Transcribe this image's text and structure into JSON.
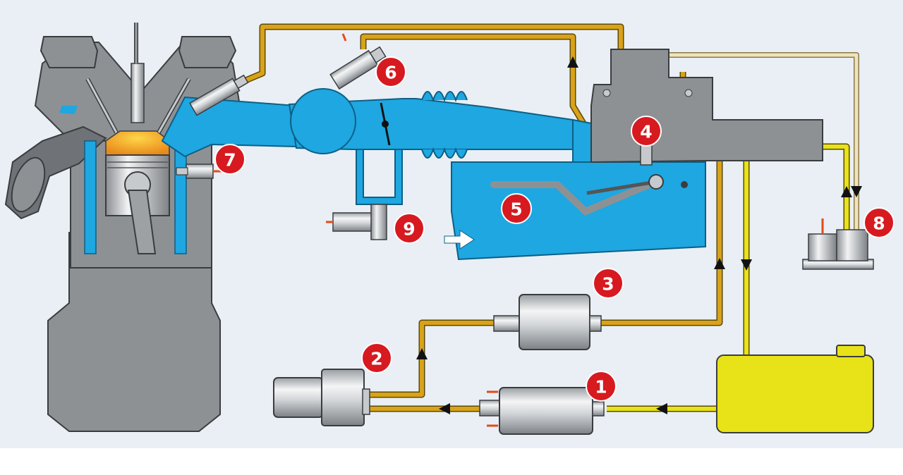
{
  "diagram": {
    "colors": {
      "background": "#e9eff4",
      "engine_gray": "#8e9194",
      "coolant_blue": "#1ea7e1",
      "fuel_yellow": "#e8e218",
      "fuel_orange": "#d9a21a",
      "return_cream": "#e6d7ad",
      "badge_red": "#d71920",
      "flame": "#f2a321"
    },
    "flow_arrows": "black triangular arrowheads on fuel lines; white arrow on air inlet",
    "components": [
      {
        "number": "1",
        "icon": "electric-fuel-pump-icon"
      },
      {
        "number": "2",
        "icon": "fuel-accumulator-icon"
      },
      {
        "number": "3",
        "icon": "fuel-filter-icon"
      },
      {
        "number": "4",
        "icon": "fuel-distributor-icon"
      },
      {
        "number": "5",
        "icon": "air-flow-sensor-plate-icon"
      },
      {
        "number": "6",
        "icon": "cold-start-valve-icon"
      },
      {
        "number": "7",
        "icon": "thermo-time-switch-icon"
      },
      {
        "number": "8",
        "icon": "warm-up-regulator-icon"
      },
      {
        "number": "9",
        "icon": "auxiliary-air-device-icon"
      }
    ]
  }
}
